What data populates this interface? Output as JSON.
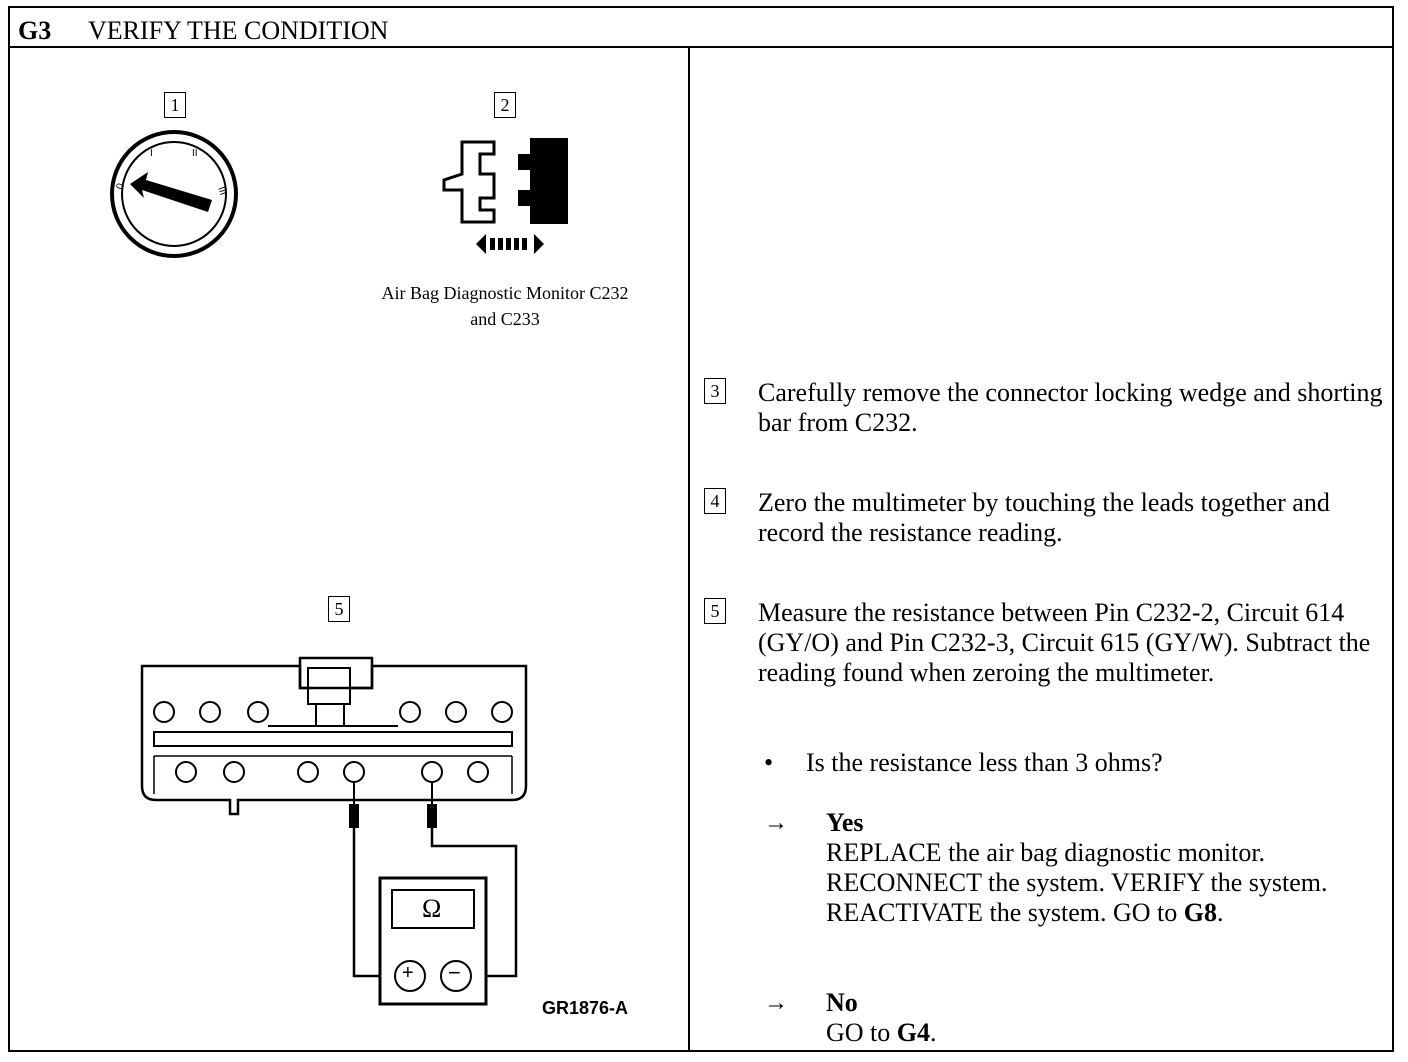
{
  "header": {
    "code": "G3",
    "title": "VERIFY THE CONDITION"
  },
  "figure": {
    "step_numbers": [
      "1",
      "2",
      "5"
    ],
    "caption_line1": "Air Bag Diagnostic Monitor C232",
    "caption_line2": "and C233",
    "ohm_symbol": "Ω",
    "plus_symbol": "+",
    "minus_symbol": "−",
    "figure_id": "GR1876-A",
    "icons": [
      "ignition-switch-icon",
      "connector-disconnect-icon",
      "connector-c232-icon",
      "multimeter-icon"
    ]
  },
  "steps": [
    {
      "num": "3",
      "text": "Carefully remove the connector locking wedge and shorting bar from C232."
    },
    {
      "num": "4",
      "text": "Zero the multimeter by touching the leads together and record the resistance reading."
    },
    {
      "num": "5",
      "text": "Measure the resistance between Pin C232-2, Circuit 614 (GY/O) and Pin C232-3, Circuit 615 (GY/W). Subtract the reading found when zeroing the multimeter."
    }
  ],
  "question": {
    "bullet": "•",
    "text": "Is the resistance less than 3 ohms?"
  },
  "answers": {
    "arrow": "→",
    "yes": {
      "label": "Yes",
      "text": "REPLACE the air bag diagnostic monitor. RECONNECT the system. VERIFY the system. REACTIVATE the system. GO to ",
      "target": "G8",
      "end": "."
    },
    "no": {
      "label": "No",
      "text": "GO to ",
      "target": "G4",
      "end": "."
    }
  }
}
